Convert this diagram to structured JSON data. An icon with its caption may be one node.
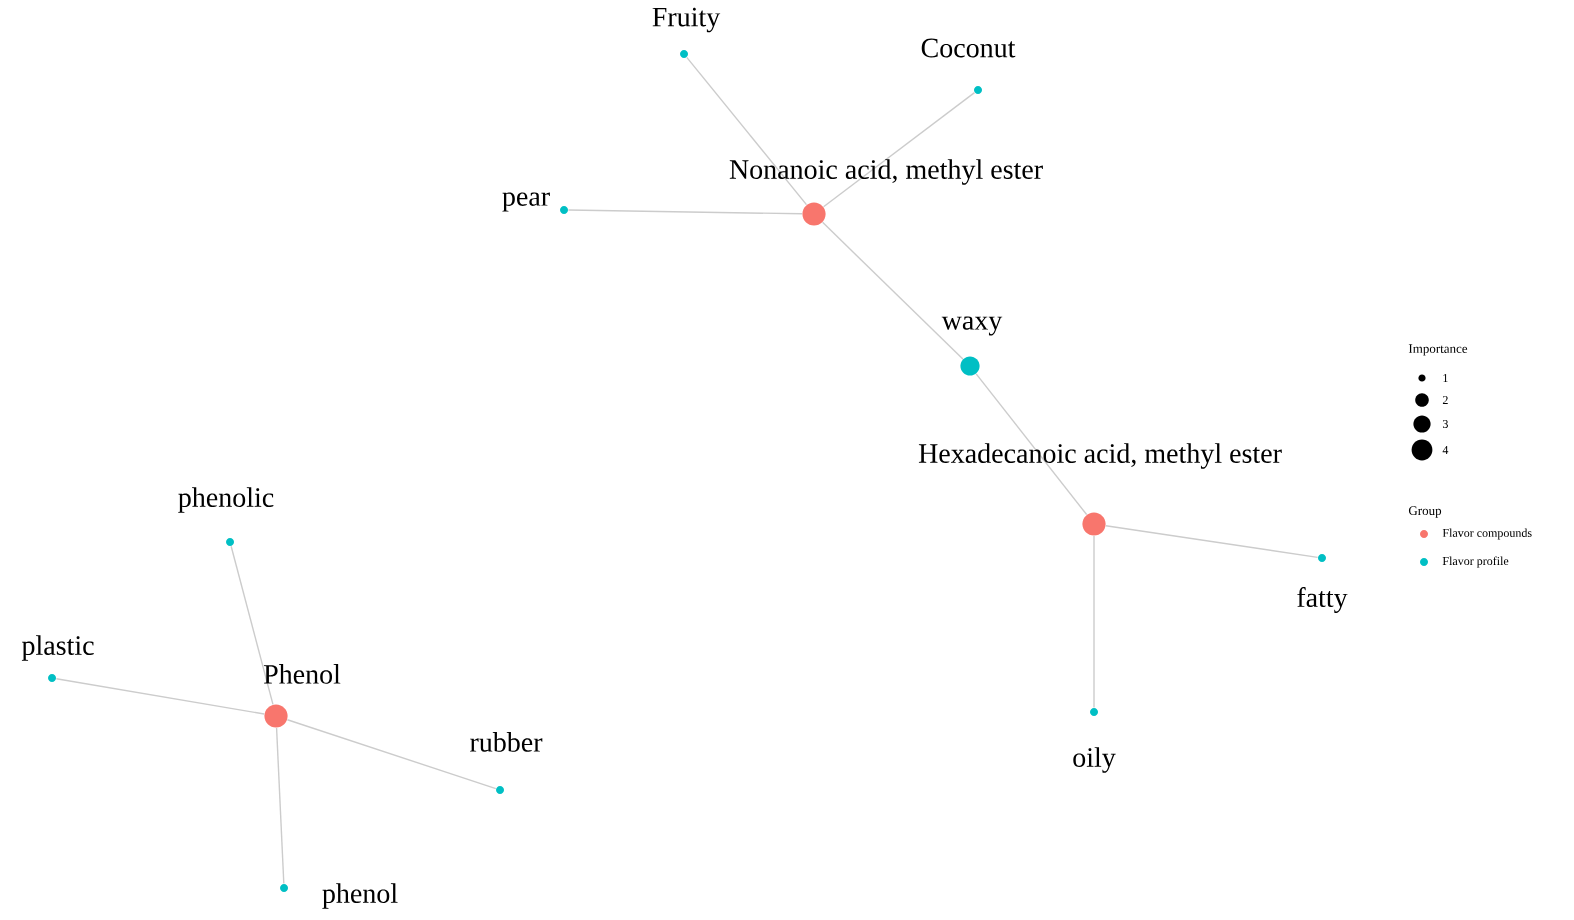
{
  "diagram": {
    "nodes": [
      {
        "text": [],
        "shape": "circle",
        "beside": [
          "Nonanoic acid, methyl ester"
        ]
      },
      {
        "text": [],
        "shape": "circle",
        "beside": [
          "Fruity"
        ]
      },
      {
        "text": [],
        "shape": "circle",
        "beside": [
          "Coconut"
        ]
      },
      {
        "text": [],
        "shape": "circle",
        "beside": [
          "pear"
        ]
      },
      {
        "text": [],
        "shape": "circle",
        "beside": [
          "waxy"
        ]
      },
      {
        "text": [],
        "shape": "circle",
        "beside": [
          "Hexadecanoic acid, methyl ester"
        ]
      },
      {
        "text": [],
        "shape": "circle",
        "beside": [
          "fatty"
        ]
      },
      {
        "text": [],
        "shape": "circle",
        "beside": [
          "oily"
        ]
      },
      {
        "text": [],
        "shape": "circle",
        "beside": [
          "Phenol"
        ]
      },
      {
        "text": [],
        "shape": "circle",
        "beside": [
          "phenolic"
        ]
      },
      {
        "text": [],
        "shape": "circle",
        "beside": [
          "plastic"
        ]
      },
      {
        "text": [],
        "shape": "circle",
        "beside": [
          "rubber"
        ]
      },
      {
        "text": [],
        "shape": "circle",
        "beside": [
          "phenol"
        ]
      }
    ],
    "edges": [
      {
        "from": 0,
        "to": 1,
        "arrow": "none"
      },
      {
        "from": 0,
        "to": 2,
        "arrow": "none"
      },
      {
        "from": 0,
        "to": 3,
        "arrow": "none"
      },
      {
        "from": 0,
        "to": 4,
        "arrow": "none"
      },
      {
        "from": 5,
        "to": 4,
        "arrow": "none"
      },
      {
        "from": 5,
        "to": 6,
        "arrow": "none"
      },
      {
        "from": 5,
        "to": 7,
        "arrow": "none"
      },
      {
        "from": 8,
        "to": 9,
        "arrow": "none"
      },
      {
        "from": 8,
        "to": 10,
        "arrow": "none"
      },
      {
        "from": 8,
        "to": 11,
        "arrow": "none"
      },
      {
        "from": 8,
        "to": 12,
        "arrow": "none"
      }
    ],
    "labels": [
      "Importance",
      "Group"
    ],
    "legend": [
      {
        "text": "1"
      },
      {
        "text": "2"
      },
      {
        "text": "3"
      },
      {
        "text": "4"
      },
      {
        "text": "Flavor compounds",
        "color": "#f8766d"
      },
      {
        "text": "Flavor profile",
        "color": "#00bfc4"
      }
    ]
  }
}
